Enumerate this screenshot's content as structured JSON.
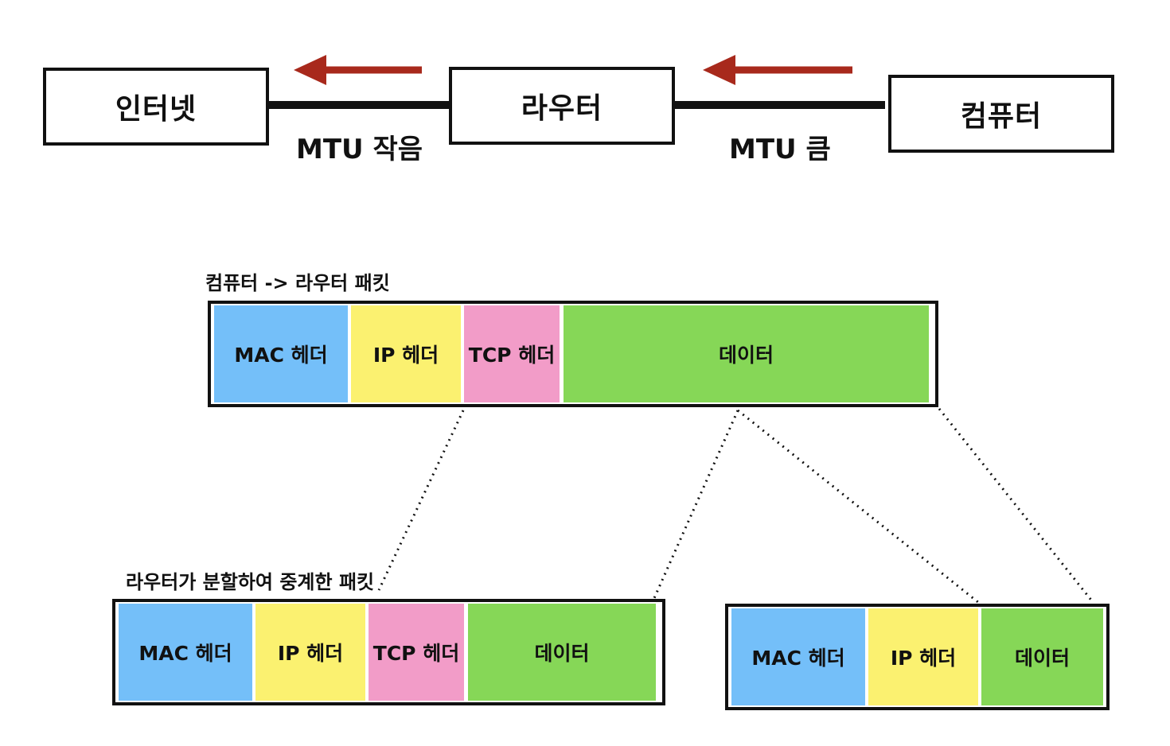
{
  "network": {
    "internet": "인터넷",
    "router": "라우터",
    "computer": "컴퓨터",
    "mtu_small": "MTU 작음",
    "mtu_large": "MTU 큼"
  },
  "colors": {
    "arrow": "#a8291c",
    "mac": "#74bff9",
    "ip": "#fbf170",
    "tcp": "#f29cc8",
    "data": "#86d757"
  },
  "original_packet": {
    "caption": "컴퓨터 -> 라우터 패킷",
    "segments": [
      "MAC 헤더",
      "IP 헤더",
      "TCP 헤더",
      "데이터"
    ]
  },
  "fragments": {
    "caption": "라우터가 분할하여 중계한 패킷",
    "first": [
      "MAC 헤더",
      "IP 헤더",
      "TCP 헤더",
      "데이터"
    ],
    "second": [
      "MAC 헤더",
      "IP 헤더",
      "데이터"
    ]
  }
}
